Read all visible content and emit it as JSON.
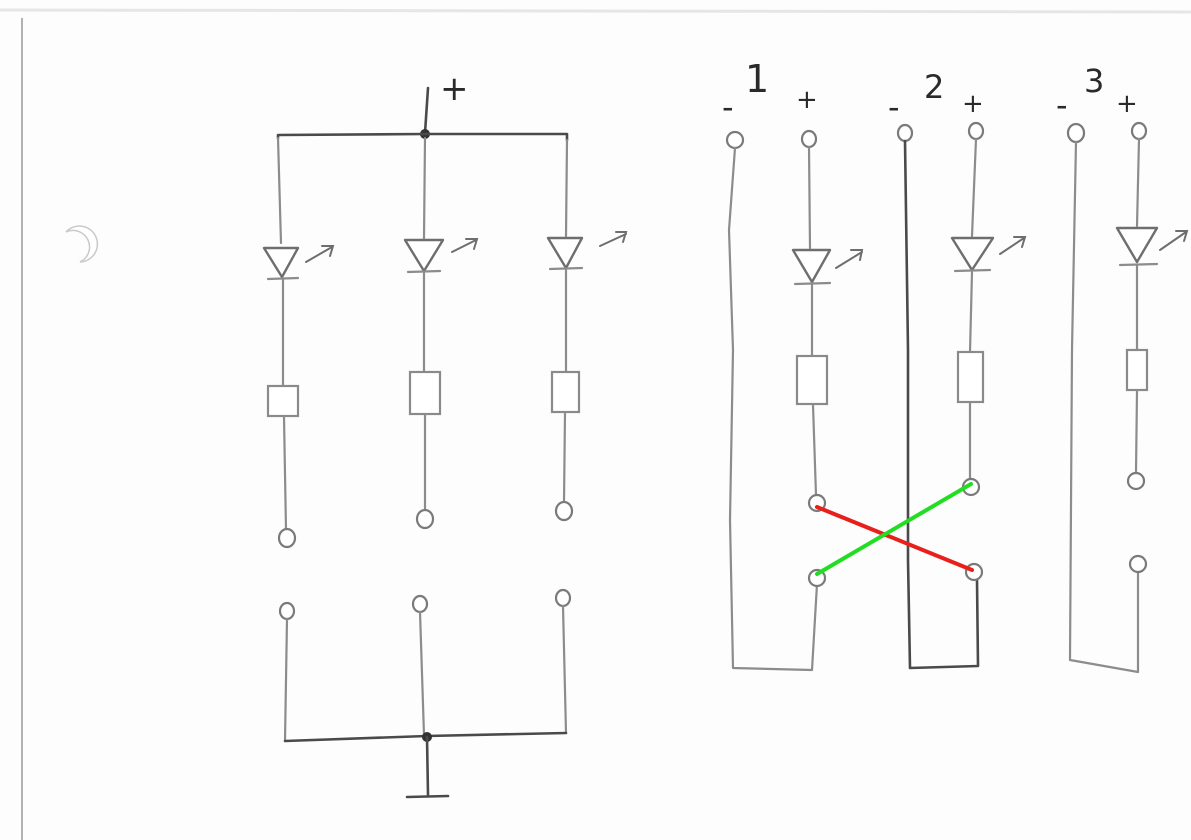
{
  "left_circuit": {
    "supply_label": "+",
    "branches": 3,
    "ground_symbol": "ground-icon"
  },
  "right_circuit": {
    "strips": [
      {
        "number": "1",
        "minus": "-",
        "plus": "+"
      },
      {
        "number": "2",
        "minus": "-",
        "plus": "+"
      },
      {
        "number": "3",
        "minus": "-",
        "plus": "+"
      }
    ]
  },
  "jumpers": [
    {
      "name": "red-jumper",
      "color": "#e8201c"
    },
    {
      "name": "green-jumper",
      "color": "#22dd22"
    }
  ]
}
